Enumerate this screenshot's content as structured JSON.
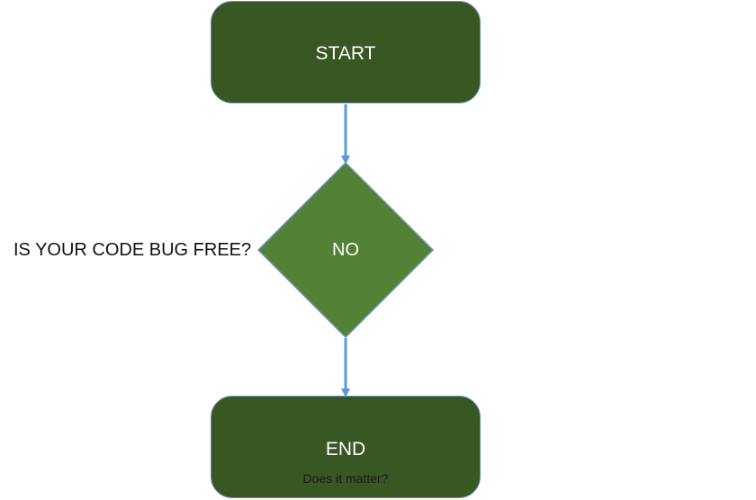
{
  "diagram": {
    "start": {
      "label": "START"
    },
    "decision": {
      "question": "IS YOUR CODE BUG FREE?",
      "answer": "NO"
    },
    "end": {
      "label": "END",
      "subtext": "Does it matter?"
    },
    "colors": {
      "terminal_fill": "#385723",
      "decision_fill": "#538135",
      "border": "#6b93b8",
      "arrow": "#5b9bd5"
    }
  }
}
